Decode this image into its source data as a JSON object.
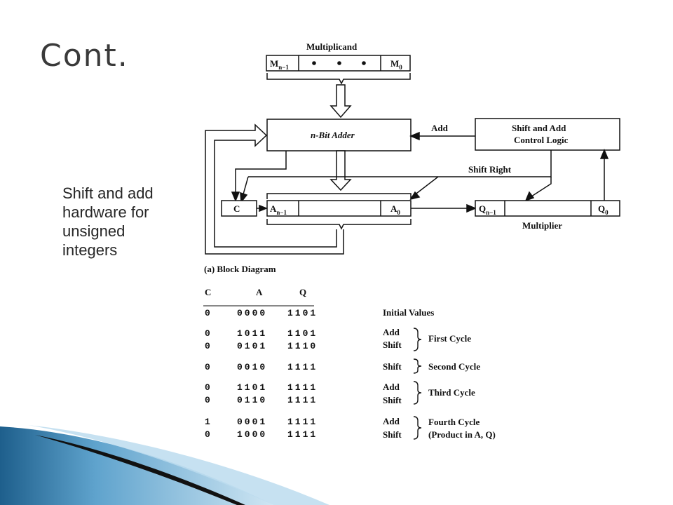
{
  "slide": {
    "title": "Cont.",
    "caption_lines": [
      "Shift and add",
      "hardware for",
      "unsigned",
      "integers"
    ]
  },
  "diagram": {
    "multiplicand_label": "Multiplicand",
    "m_high": "M",
    "m_high_sub": "n−1",
    "m_low": "M",
    "m_low_sub": "0",
    "adder_label": "n-Bit Adder",
    "adder_n": "n",
    "control_line1": "Shift and Add",
    "control_line2": "Control Logic",
    "add_label": "Add",
    "shift_right_label": "Shift Right",
    "c_label": "C",
    "a_high": "A",
    "a_high_sub": "n−1",
    "a_low": "A",
    "a_low_sub": "0",
    "q_high": "Q",
    "q_high_sub": "n−1",
    "q_low": "Q",
    "q_low_sub": "0",
    "multiplier_label": "Multiplier",
    "caption": "(a) Block Diagram"
  },
  "table": {
    "headers": [
      "C",
      "A",
      "Q"
    ],
    "rows": [
      {
        "c": "0",
        "a": "0000",
        "q": "1101",
        "op": "Initial Values"
      },
      {
        "c": "0",
        "a": "1011",
        "q": "1101",
        "op": "Add"
      },
      {
        "c": "0",
        "a": "0101",
        "q": "1110",
        "op": "Shift"
      },
      {
        "c": "0",
        "a": "0010",
        "q": "1111",
        "op": "Shift"
      },
      {
        "c": "0",
        "a": "1101",
        "q": "1111",
        "op": "Add"
      },
      {
        "c": "0",
        "a": "0110",
        "q": "1111",
        "op": "Shift"
      },
      {
        "c": "1",
        "a": "0001",
        "q": "1111",
        "op": "Add"
      },
      {
        "c": "0",
        "a": "1000",
        "q": "1111",
        "op": "Shift"
      }
    ],
    "cycles": [
      "First Cycle",
      "Second Cycle",
      "Third Cycle",
      "Fourth Cycle"
    ],
    "fourth_note": "(Product in A, Q)"
  },
  "colors": {
    "swoosh_light": "#8fc3df",
    "swoosh_dark": "#1e5f8c",
    "swoosh_black": "#111111"
  }
}
